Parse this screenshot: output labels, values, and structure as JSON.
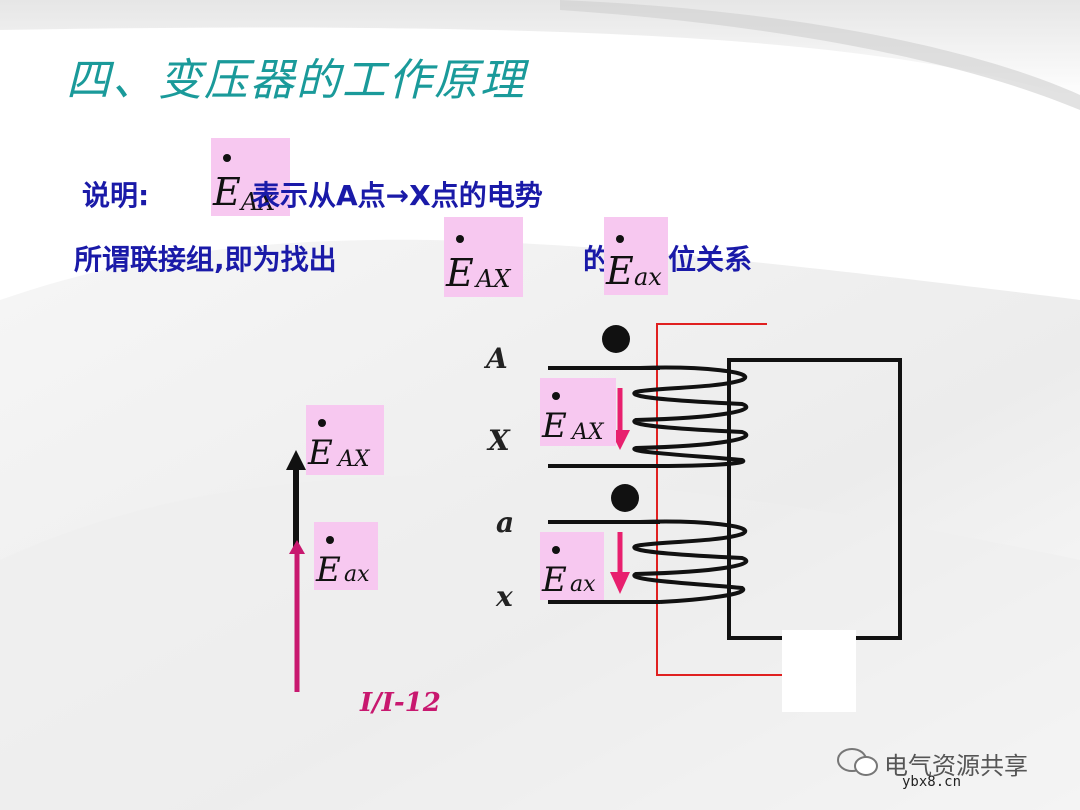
{
  "slide": {
    "title": "四、变压器的工作原理",
    "line1_prefix": "说明:",
    "line1_suffix": "表示从A点→X点的电势",
    "line2_prefix": "所谓联接组,即为找出",
    "line2_mid": "的",
    "line2_suffix": "位关系"
  },
  "emf_symbols": {
    "E": "E",
    "sub_AX": "AX",
    "sub_ax": "ax"
  },
  "terminals": {
    "A": "A",
    "X": "X",
    "a": "a",
    "x": "x"
  },
  "caption": "I/I-12",
  "watermark": {
    "text": "电气资源共享",
    "site": "ybx8.cn"
  },
  "colors": {
    "title": "#1a9a9a",
    "text": "#1a1aa8",
    "highlight": "#f7c8f0",
    "arrow": "#e8206e",
    "caption": "#c8186f",
    "core_outline": "#e02020"
  }
}
